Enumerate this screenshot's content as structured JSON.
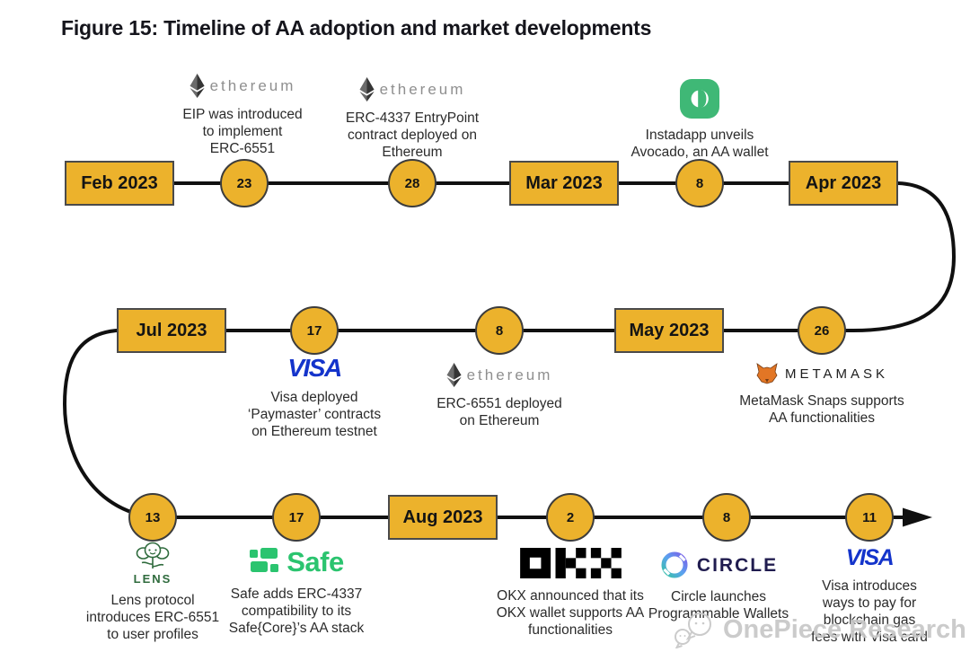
{
  "title": "Figure 15: Timeline of AA adoption and market developments",
  "brands": {
    "ethereum": "ethereum",
    "visa": "VISA",
    "metamask": "METAMASK",
    "lens": "LENS",
    "safe": "Safe",
    "circle": "CIRCLE"
  },
  "timeline": {
    "boxes": {
      "feb": "Feb 2023",
      "mar": "Mar 2023",
      "apr": "Apr 2023",
      "jul": "Jul 2023",
      "may": "May 2023",
      "aug": "Aug 2023"
    },
    "days": {
      "r1d1": "23",
      "r1d2": "28",
      "r1d3": "8",
      "r2d1": "17",
      "r2d2": "8",
      "r2d3": "26",
      "r3d1": "13",
      "r3d2": "17",
      "r3d3": "2",
      "r3d4": "8",
      "r3d5": "11"
    }
  },
  "annotations": {
    "eip6551": {
      "lines": [
        "EIP was introduced",
        "to implement",
        "ERC-6551"
      ]
    },
    "erc4337": {
      "lines": [
        "ERC-4337 EntryPoint",
        "contract deployed on",
        "Ethereum"
      ]
    },
    "instadapp": {
      "lines": [
        "Instadapp unveils",
        "Avocado, an AA wallet"
      ]
    },
    "visaPaymaster": {
      "lines": [
        "Visa deployed",
        "‘Paymaster’ contracts",
        "on Ethereum testnet"
      ]
    },
    "erc6551Deployed": {
      "lines": [
        "ERC-6551 deployed",
        "on Ethereum"
      ]
    },
    "metamaskSnaps": {
      "lines": [
        "MetaMask Snaps supports",
        "AA functionalities"
      ]
    },
    "lensProtocol": {
      "lines": [
        "Lens protocol",
        "introduces ERC-6551",
        "to user profiles"
      ]
    },
    "safeStack": {
      "lines": [
        "Safe adds ERC-4337",
        "compatibility to its",
        "Safe{Core}’s AA stack"
      ]
    },
    "okxWallet": {
      "lines": [
        "OKX announced that its",
        "OKX wallet supports AA",
        "functionalities"
      ]
    },
    "circleWallets": {
      "lines": [
        "Circle launches",
        "Programmable Wallets"
      ]
    },
    "visaGas": {
      "lines": [
        "Visa introduces",
        "ways to pay for",
        "blockchain gas",
        "fees with Visa card"
      ]
    }
  },
  "watermark": {
    "text": "OnePiece Research"
  },
  "colors": {
    "gold": "#ECB22C",
    "line": "#101010",
    "visa_blue": "#1434CB",
    "instadapp_green": "#3FB876",
    "safe_green": "#2BC46F",
    "lens_green": "#2F6B3D",
    "metamask_orange": "#E27625",
    "circle_navy": "#201C4F",
    "ethereum_gray": "#8F8F8F",
    "okx_black": "#000000"
  }
}
